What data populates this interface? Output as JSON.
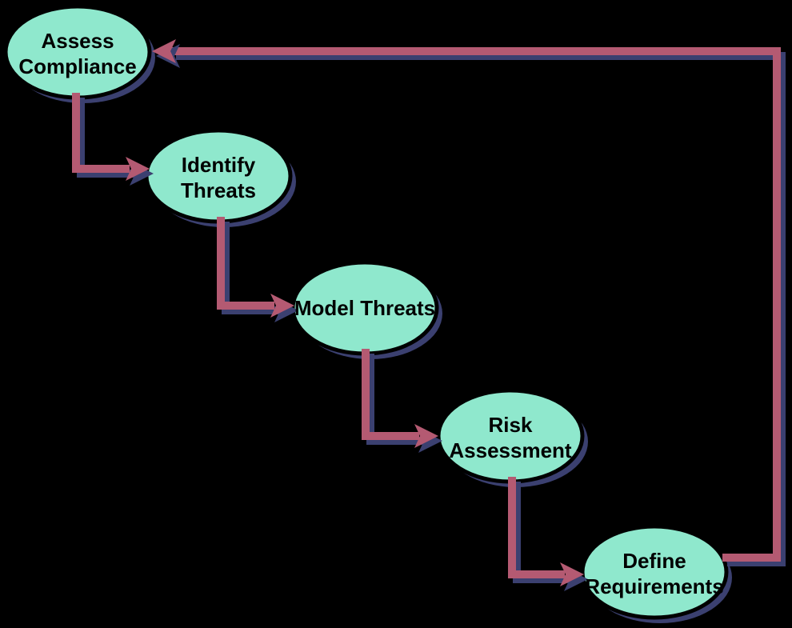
{
  "colors": {
    "background": "#000000",
    "node-fill": "#8FE8CD",
    "node-border": "#000000",
    "node-text": "#000000",
    "shadow": "#3B4070",
    "arrow": "#B45A72"
  },
  "diagram": {
    "type": "security-process-flowchart",
    "nodes": [
      {
        "name": "assess-compliance",
        "label": "Assess Compliance",
        "line1": "Assess",
        "line2": "Compliance"
      },
      {
        "name": "identify-threats",
        "label": "Identify Threats",
        "line1": "Identify",
        "line2": "Threats"
      },
      {
        "name": "model-threats",
        "label": "Model Threats",
        "line1": "Model Threats",
        "line2": ""
      },
      {
        "name": "risk-assessment",
        "label": "Risk Assessment",
        "line1": "Risk",
        "line2": "Assessment"
      },
      {
        "name": "define-requirements",
        "label": "Define Requirements",
        "line1": "Define",
        "line2": "Requirements"
      }
    ],
    "edges": [
      {
        "from": "assess-compliance",
        "to": "identify-threats"
      },
      {
        "from": "identify-threats",
        "to": "model-threats"
      },
      {
        "from": "model-threats",
        "to": "risk-assessment"
      },
      {
        "from": "risk-assessment",
        "to": "define-requirements"
      },
      {
        "from": "define-requirements",
        "to": "assess-compliance"
      }
    ]
  }
}
